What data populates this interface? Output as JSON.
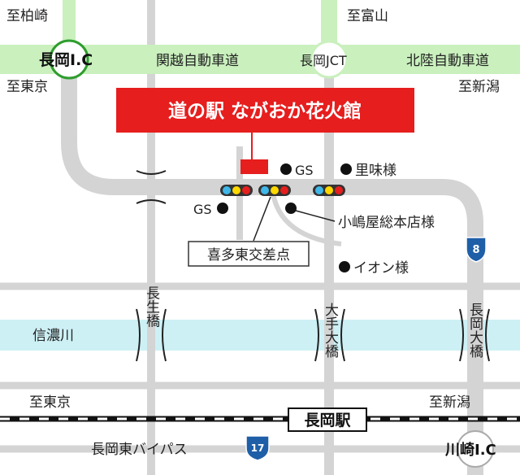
{
  "title": "道の駅 ながおか花火館",
  "places": {
    "nagaoka_ic": "長岡I.C",
    "nagaoka_jct": "長岡JCT",
    "kawasaki_ic": "川崎I.C",
    "nagaoka_station": "長岡駅",
    "kitatou_intersection": "喜多東交差点"
  },
  "directions": {
    "to_kashiwazaki": "至柏崎",
    "to_toyama": "至富山",
    "to_tokyo_top": "至東京",
    "to_niigata_top": "至新潟",
    "to_tokyo_bottom": "至東京",
    "to_niigata_bottom": "至新潟"
  },
  "roads": {
    "kanetsu": "関越自動車道",
    "hokuriku": "北陸自動車道",
    "bypass": "長岡東バイパス",
    "route_8": "8",
    "route_17": "17"
  },
  "river": "信濃川",
  "bridges": {
    "nagao_bashi": "長生橋",
    "ote_ohashi": "大手大橋",
    "nagaoka_ohashi": "長岡大橋"
  },
  "landmarks": {
    "gs_north": "GS",
    "gs_south": "GS",
    "rimi": "里味様",
    "kojimaya": "小嶋屋総本店様",
    "aeon": "イオン様"
  },
  "colors": {
    "expressway": "#c9f0bd",
    "road": "#d4d4d4",
    "river": "#cdf0f5",
    "title_bg": "#e61e1e",
    "marker": "#e61e1e",
    "route_shield": "#1f5fa8"
  }
}
